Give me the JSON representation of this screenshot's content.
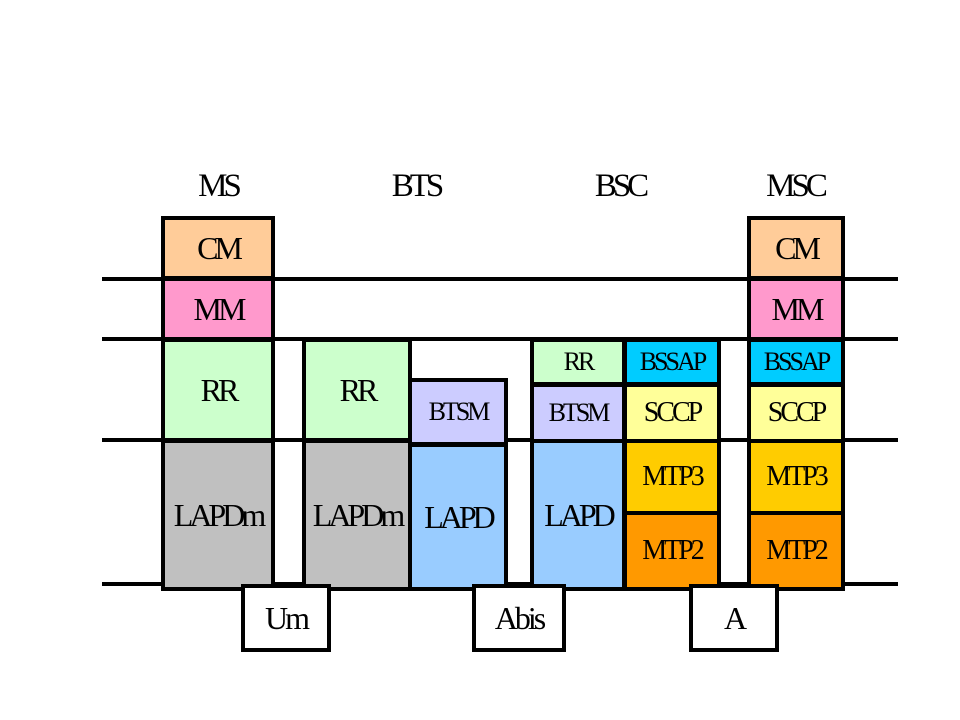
{
  "diagram": {
    "columns": {
      "ms": "MS",
      "bts": "BTS",
      "bsc": "BSC",
      "msc": "MSC"
    },
    "layers": {
      "ms_cm": "CM",
      "ms_mm": "MM",
      "ms_rr": "RR",
      "ms_lapdm": "LAPDm",
      "bts_rr": "RR",
      "bts_lapdm": "LAPDm",
      "bts_btsm": "BTSM",
      "bts_lapd": "LAPD",
      "bsc_rr": "RR",
      "bsc_btsm": "BTSM",
      "bsc_lapd": "LAPD",
      "bsc_bssap": "BSSAP",
      "bsc_sccp": "SCCP",
      "bsc_mtp3": "MTP3",
      "bsc_mtp2": "MTP2",
      "msc_cm": "CM",
      "msc_mm": "MM",
      "msc_bssap": "BSSAP",
      "msc_sccp": "SCCP",
      "msc_mtp3": "MTP3",
      "msc_mtp2": "MTP2"
    },
    "interfaces": {
      "um": "Um",
      "abis": "Abis",
      "a": "A"
    },
    "colors": {
      "cm": "#ffcc99",
      "mm": "#ff99cc",
      "rr": "#ccffcc",
      "lapdm": "#c0c0c0",
      "btsm": "#ccccff",
      "lapd": "#99ccff",
      "bssap": "#00ccff",
      "sccp": "#ffff99",
      "mtp3": "#ffcc00",
      "mtp2": "#ff9900"
    }
  }
}
